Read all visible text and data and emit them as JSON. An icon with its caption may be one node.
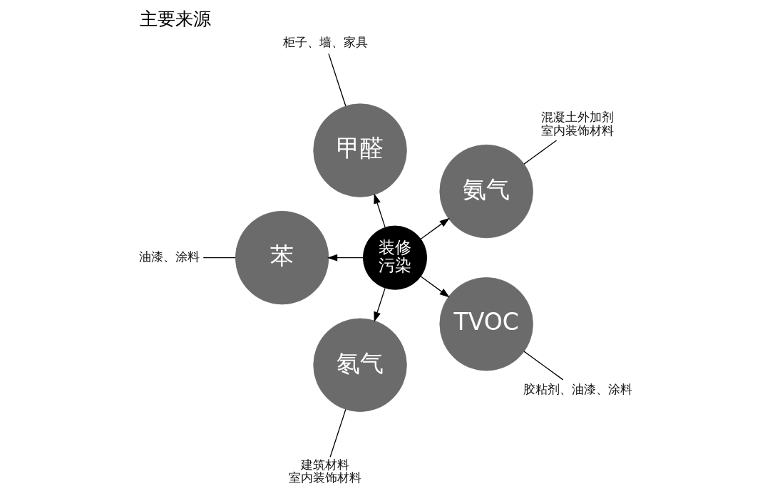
{
  "diagram": {
    "title": "主要来源",
    "nodes": [
      {
        "text": [
          "柜子、墙、家具"
        ]
      },
      {
        "text": [
          "甲醛"
        ]
      },
      {
        "text": [
          "油漆、涂料"
        ]
      },
      {
        "text": [
          "混凝土外加剂室内装饰材料"
        ]
      },
      {
        "text": [
          "苯"
        ]
      },
      {
        "text": [
          "装修污染"
        ]
      },
      {
        "text": [
          "氨气"
        ]
      },
      {
        "text": [
          "胶粘剂、油漆、涂料"
        ]
      },
      {
        "text": [
          "建筑材料室内装饰材料"
        ]
      },
      {
        "text": [
          "氡气"
        ]
      },
      {
        "text": [
          "TVOC"
        ]
      }
    ],
    "edges": [
      {
        "from": 0,
        "to": 1,
        "arrow": "none"
      },
      {
        "from": 2,
        "to": 4,
        "arrow": "none"
      },
      {
        "from": 3,
        "to": 6,
        "arrow": "none"
      },
      {
        "from": 7,
        "to": 10,
        "arrow": "none"
      },
      {
        "from": 8,
        "to": 9,
        "arrow": "none"
      },
      {
        "from": 5,
        "to": 1,
        "arrow": "to"
      },
      {
        "from": 5,
        "to": 4,
        "arrow": "to"
      },
      {
        "from": 5,
        "to": 6,
        "arrow": "to"
      },
      {
        "from": 5,
        "to": 9,
        "arrow": "to"
      },
      {
        "from": 5,
        "to": 10,
        "arrow": "to"
      }
    ]
  }
}
